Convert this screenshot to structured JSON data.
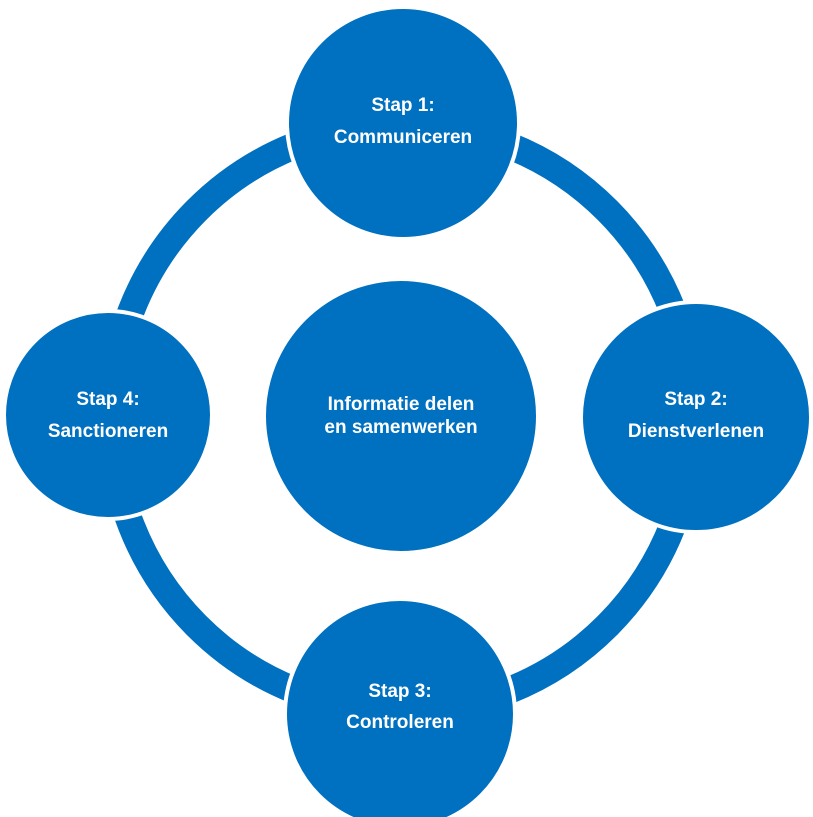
{
  "diagram": {
    "type": "cycle",
    "colors": {
      "fill": "#0070C0",
      "separator": "#FFFFFF",
      "text": "#FFFFFF"
    },
    "center": {
      "lines": [
        "Informatie delen",
        "en samenwerken"
      ]
    },
    "steps": [
      {
        "position": "top",
        "lines": [
          "Stap 1:",
          "Communiceren"
        ]
      },
      {
        "position": "right",
        "lines": [
          "Stap 2:",
          "Dienstverlenen"
        ]
      },
      {
        "position": "bottom",
        "lines": [
          "Stap 3:",
          "Controleren"
        ]
      },
      {
        "position": "left",
        "lines": [
          "Stap 4:",
          "Sanctioneren"
        ]
      }
    ]
  }
}
